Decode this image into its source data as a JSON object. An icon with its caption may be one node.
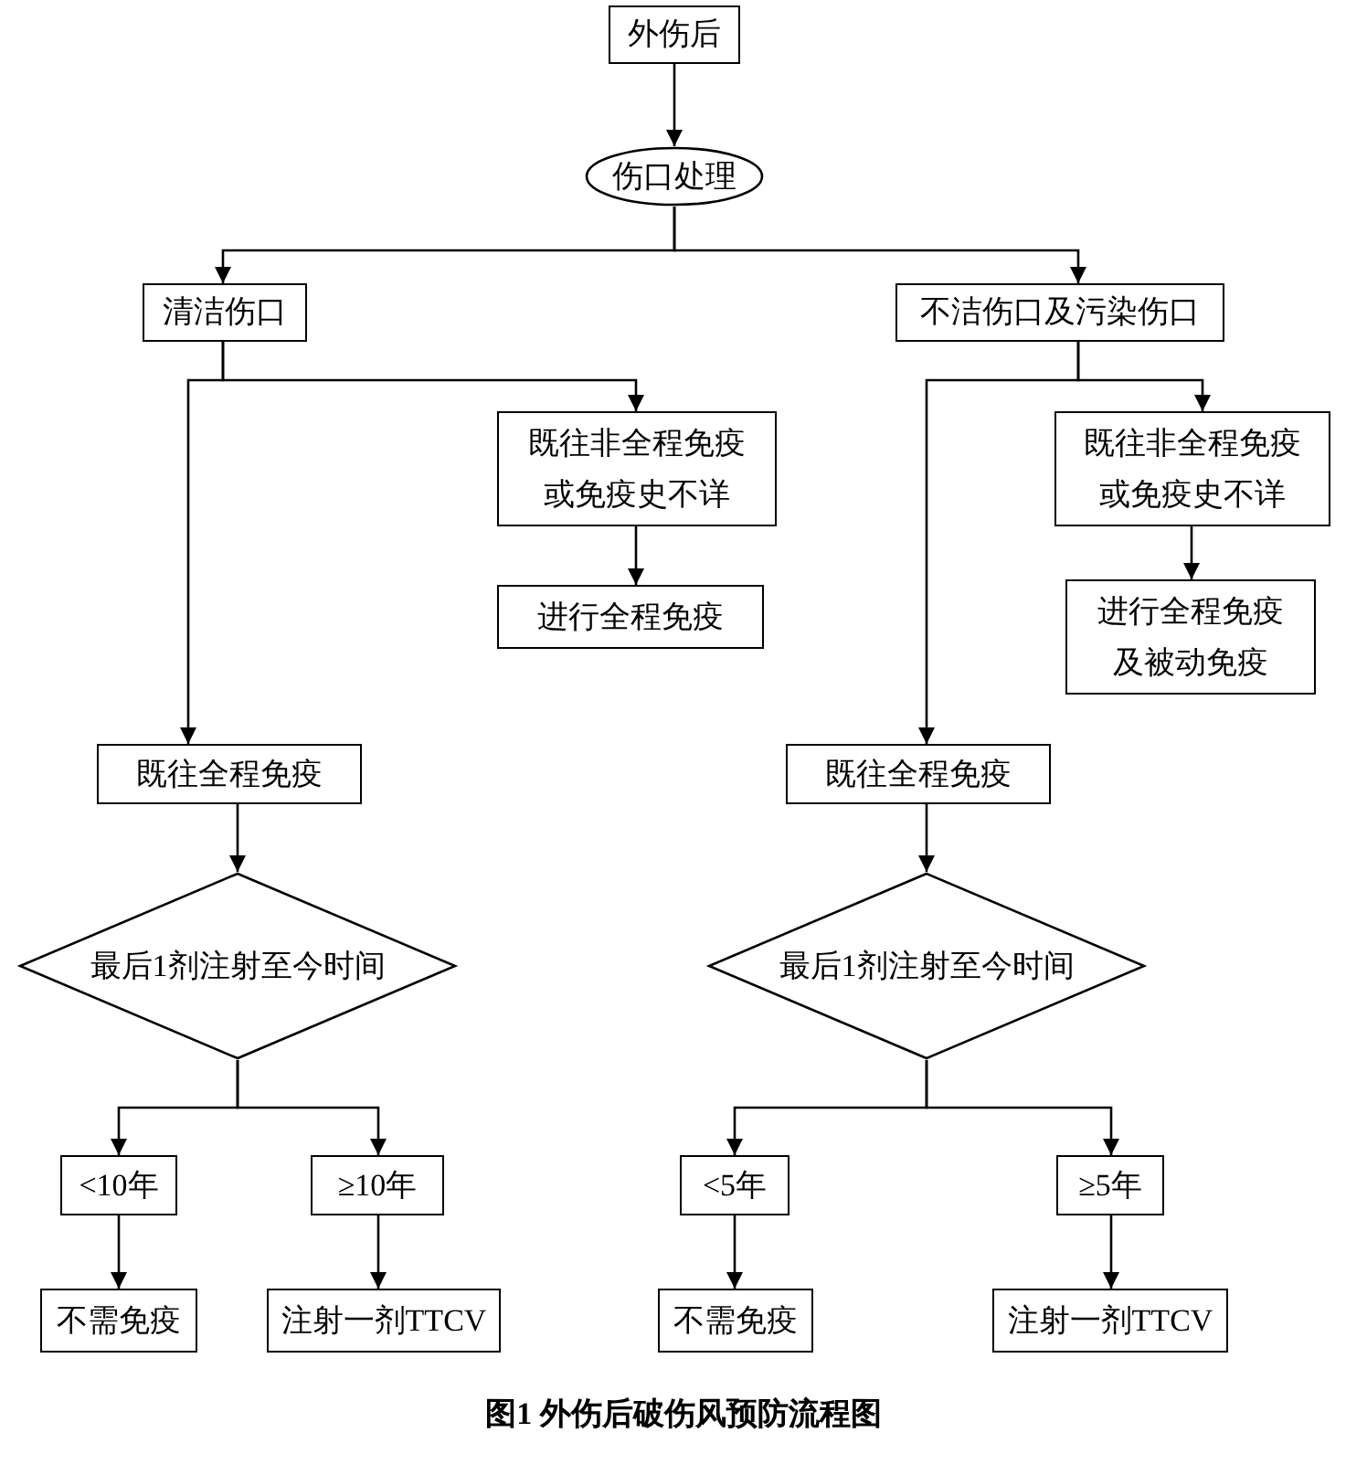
{
  "diagram": {
    "caption": "图1 外伤后破伤风预防流程图",
    "nodes": [
      {
        "text": [
          "外伤后"
        ]
      },
      {
        "text": [
          "伤口处理"
        ]
      },
      {
        "text": [
          "清洁伤口"
        ]
      },
      {
        "text": [
          "不洁伤口及污染伤口"
        ]
      },
      {
        "text": [
          "既往非全程免疫或免疫史不详"
        ]
      },
      {
        "text": [
          "进行全程免疫"
        ]
      },
      {
        "text": [
          "既往全程免疫"
        ]
      },
      {
        "text": [
          "最后1剂注射至今时间"
        ]
      },
      {
        "text": [
          "<10年"
        ]
      },
      {
        "text": [
          "≥10年"
        ]
      },
      {
        "text": [
          "不需免疫"
        ]
      },
      {
        "text": [
          "注射一剂TTCV"
        ]
      },
      {
        "text": [
          "既往非全程免疫或免疫史不详"
        ]
      },
      {
        "text": [
          "进行全程免疫及被动免疫"
        ]
      },
      {
        "text": [
          "既往全程免疫"
        ]
      },
      {
        "text": [
          "最后1剂注射至今时间"
        ]
      },
      {
        "text": [
          "<5年"
        ]
      },
      {
        "text": [
          "≥5年"
        ]
      },
      {
        "text": [
          "不需免疫"
        ]
      },
      {
        "text": [
          "注射一剂TTCV"
        ]
      }
    ],
    "edges": [
      {
        "from": 0,
        "to": 1,
        "arrow": "to"
      },
      {
        "from": 1,
        "to": 2,
        "arrow": "to"
      },
      {
        "from": 1,
        "to": 3,
        "arrow": "to"
      },
      {
        "from": 2,
        "to": 4,
        "arrow": "to"
      },
      {
        "from": 2,
        "to": 6,
        "arrow": "to"
      },
      {
        "from": 4,
        "to": 5,
        "arrow": "to"
      },
      {
        "from": 6,
        "to": 7,
        "arrow": "to"
      },
      {
        "from": 7,
        "to": 8,
        "arrow": "to"
      },
      {
        "from": 7,
        "to": 9,
        "arrow": "to"
      },
      {
        "from": 8,
        "to": 10,
        "arrow": "to"
      },
      {
        "from": 9,
        "to": 11,
        "arrow": "to"
      },
      {
        "from": 3,
        "to": 12,
        "arrow": "to"
      },
      {
        "from": 3,
        "to": 14,
        "arrow": "to"
      },
      {
        "from": 12,
        "to": 13,
        "arrow": "to"
      },
      {
        "from": 14,
        "to": 15,
        "arrow": "to"
      },
      {
        "from": 15,
        "to": 16,
        "arrow": "to"
      },
      {
        "from": 15,
        "to": 17,
        "arrow": "to"
      },
      {
        "from": 16,
        "to": 18,
        "arrow": "to"
      },
      {
        "from": 17,
        "to": 19,
        "arrow": "to"
      }
    ]
  }
}
